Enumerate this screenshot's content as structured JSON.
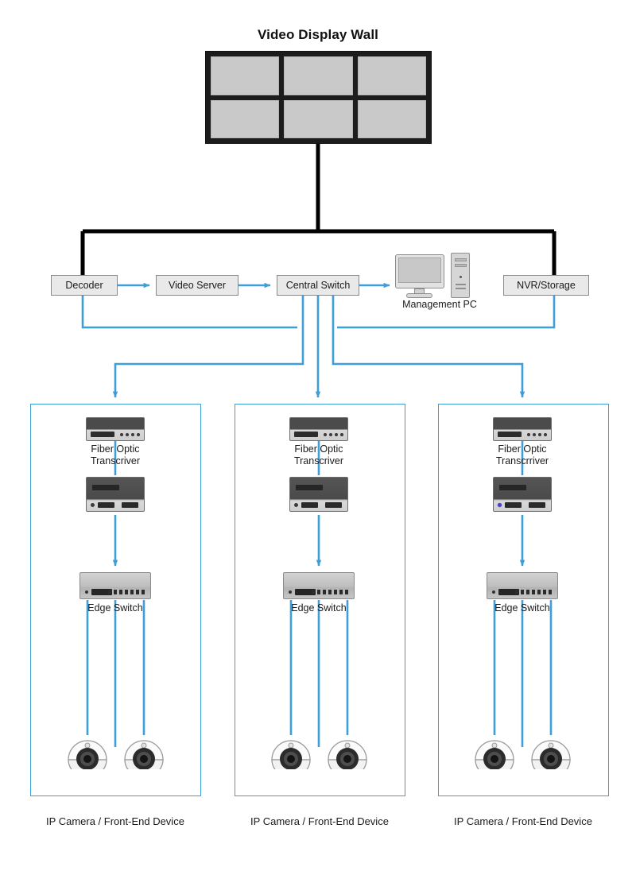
{
  "diagram": {
    "title": "Video Display Wall",
    "video_wall": {
      "name": "video-display-wall",
      "rows": 2,
      "columns": 3,
      "panel_count": 6,
      "panel_color": "#c9c9c9",
      "frame_color": "#1c1c1c"
    },
    "colors": {
      "link_blue": "#3d9ed8",
      "trunk_black": "#000000",
      "box_fill": "#e9e9e9",
      "box_border": "#8a8a8a"
    },
    "core_nodes": [
      {
        "id": "decoder",
        "label": "Decoder"
      },
      {
        "id": "video-server",
        "label": "Video Server"
      },
      {
        "id": "central-switch",
        "label": "Central Switch"
      },
      {
        "id": "nvr-storage",
        "label": "NVR/Storage"
      }
    ],
    "management_pc": {
      "label": "Management PC",
      "icon": "desktop-computer-icon"
    },
    "groups": [
      {
        "id": "group-1",
        "caption": "IP Camera / Front-End Device",
        "fiber_label_line1": "Fiber Optic",
        "fiber_label_line2": "Transcriver",
        "edge_switch_label": "Edge Switch",
        "camera_count": 2,
        "media_converter_led": "off"
      },
      {
        "id": "group-2",
        "caption": "IP Camera / Front-End Device",
        "fiber_label_line1": "Fiber Optic",
        "fiber_label_line2": "Transcriver",
        "edge_switch_label": "Edge Switch",
        "camera_count": 2,
        "media_converter_led": "off"
      },
      {
        "id": "group-3",
        "caption": "IP Camera / Front-End Device",
        "fiber_label_line1": "Fiber Optic",
        "fiber_label_line2": "Transcrriver",
        "edge_switch_label": "Edge Switch",
        "camera_count": 2,
        "media_converter_led": "on"
      }
    ]
  }
}
